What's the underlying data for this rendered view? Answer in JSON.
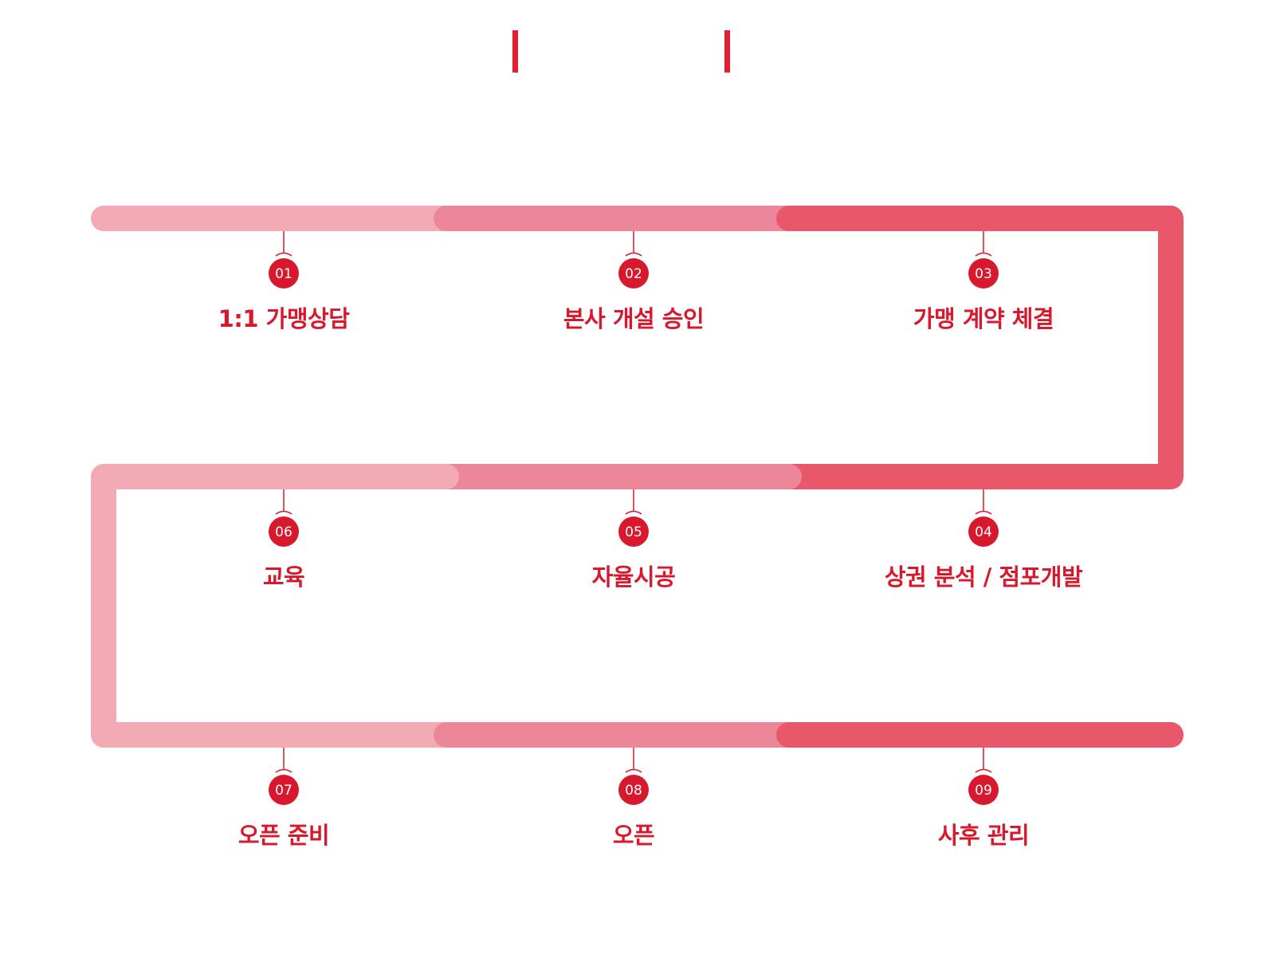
{
  "steps": [
    {
      "num": "01",
      "label": "1:1 가맹상담"
    },
    {
      "num": "02",
      "label": "본사 개설 승인"
    },
    {
      "num": "03",
      "label": "가맹 계약 체결"
    },
    {
      "num": "04",
      "label": "상권 분석 / 점포개발"
    },
    {
      "num": "05",
      "label": "자율시공"
    },
    {
      "num": "06",
      "label": "교육"
    },
    {
      "num": "07",
      "label": "오픈 준비"
    },
    {
      "num": "08",
      "label": "오픈"
    },
    {
      "num": "09",
      "label": "사후 관리"
    }
  ],
  "colors": {
    "light": "#f2aab5",
    "mid": "#ec8799",
    "dark": "#e8586a",
    "accent": "#d8192d",
    "title_bar": "#e31e2e"
  }
}
